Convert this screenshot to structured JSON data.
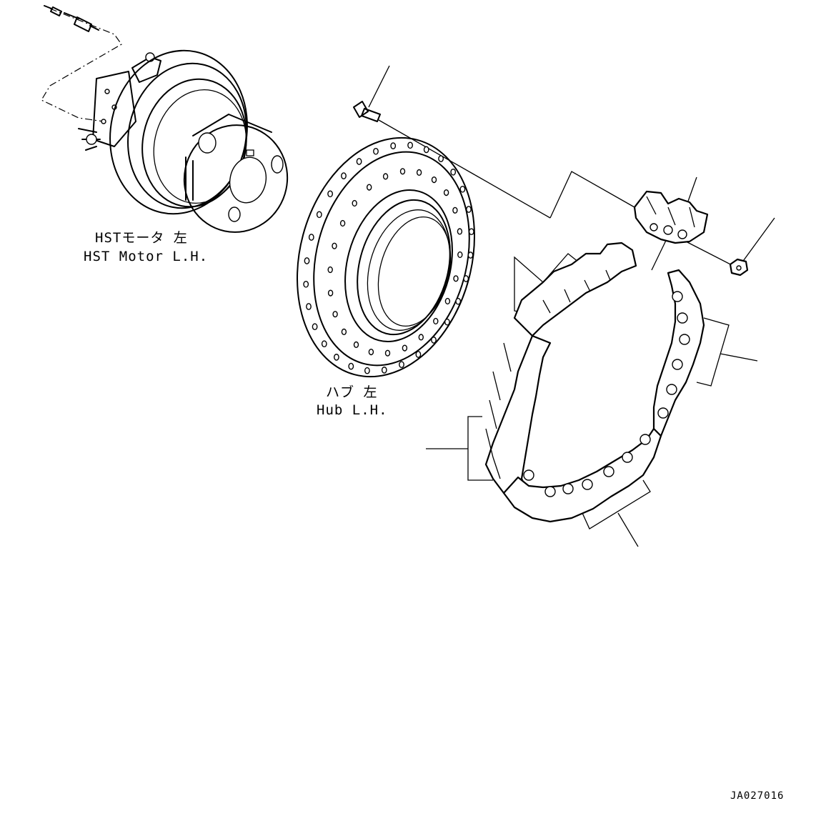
{
  "labels": {
    "motor_jp": "HSTモータ 左",
    "motor_en": "HST Motor L.H.",
    "hub_jp": "ハブ 左",
    "hub_en": "Hub L.H.",
    "drawing_code": "JA027016"
  },
  "icons": {
    "hst_motor": "hst-motor-drawing",
    "hub": "hub-drawing",
    "bolt": "bolt-drawing",
    "nut": "nut-drawing",
    "sprocket_segments": "sprocket-segment-drawing"
  }
}
